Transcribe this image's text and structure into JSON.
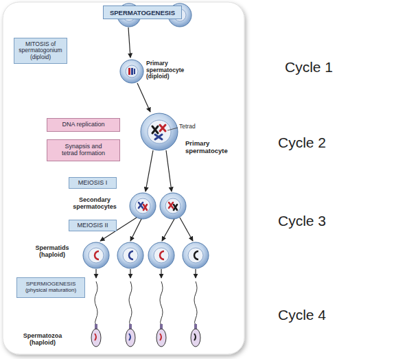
{
  "diagram": {
    "title": "SPERMATOGENESIS",
    "nodes": [
      {
        "text": [
          "MITOSIS of spermatogonium (diploid)"
        ]
      },
      {
        "text": [
          "DNA replication"
        ]
      },
      {
        "text": [
          "Synapsis and tetrad formation"
        ]
      },
      {
        "text": [
          "MEIOSIS I"
        ]
      },
      {
        "text": [
          "MEIOSIS II"
        ]
      },
      {
        "text": [
          "SPERMIOGENESIS (physical maturation)"
        ]
      }
    ],
    "labels": [
      "Primary spermatocyte (diploid)",
      "Cycle 1",
      "Tetrad",
      "Primary spermatocyte",
      "Cycle 2",
      "Secondary spermatocytes",
      "Cycle 3",
      "Spermatids (haploid)",
      "Spermatozoa (haploid)",
      "Cycle 4"
    ]
  }
}
